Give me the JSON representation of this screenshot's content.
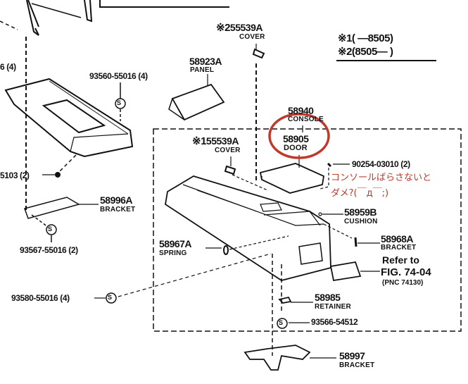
{
  "diagram": {
    "legend": {
      "line1_mark": "※1",
      "line1_range": "(          —8505)",
      "line2_mark": "※2",
      "line2_range": "(8505—          )"
    },
    "parts": [
      {
        "id": "p0",
        "number": "55539A",
        "name": "COVER",
        "mark": "※2"
      },
      {
        "id": "p1",
        "number": "58923A",
        "name": "PANEL"
      },
      {
        "id": "p2",
        "number": "93560-55016 (4)",
        "name": ""
      },
      {
        "id": "p3",
        "number": "58940",
        "name": "CONSOLE"
      },
      {
        "id": "p4",
        "number": "58905",
        "name": "DOOR",
        "highlighted": true
      },
      {
        "id": "p5",
        "number": "55539A",
        "name": "COVER",
        "mark": "※1"
      },
      {
        "id": "p6",
        "number": "90254-03010 (2)",
        "name": ""
      },
      {
        "id": "p7",
        "number": "58996A",
        "name": "BRACKET"
      },
      {
        "id": "p8",
        "number": "93567-55016 (2)",
        "name": ""
      },
      {
        "id": "p9",
        "number": "58959B",
        "name": "CUSHION"
      },
      {
        "id": "p10",
        "number": "58967A",
        "name": "SPRING"
      },
      {
        "id": "p11",
        "number": "58968A",
        "name": "BRACKET"
      },
      {
        "id": "p12",
        "number": "58985",
        "name": "RETAINER"
      },
      {
        "id": "p13",
        "number": "93566-54512",
        "name": ""
      },
      {
        "id": "p14",
        "number": "93580-55016 (4)",
        "name": ""
      },
      {
        "id": "p15",
        "number": "58997",
        "name": "BRACKET"
      },
      {
        "id": "p16",
        "number": "6 (4)",
        "name": ""
      },
      {
        "id": "p17",
        "number": "5103 (2)",
        "name": ""
      }
    ],
    "reference": {
      "line1": "Refer to",
      "line2": "FIG. 74-04",
      "line3": "(PNC 74130)"
    },
    "annotation": {
      "line1": "コンソールばらさないと",
      "line2": "ダメ?(￣д￣;)",
      "color": "#c0392b"
    },
    "screw_symbol": "S",
    "highlight_color": "#c0392b"
  }
}
